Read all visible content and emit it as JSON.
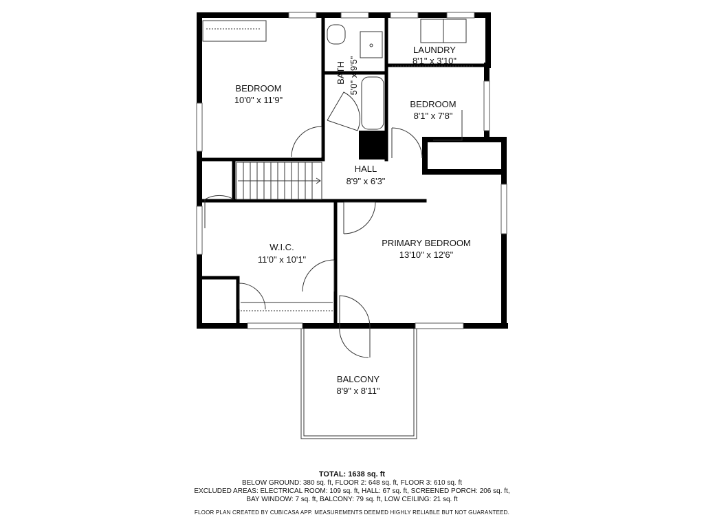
{
  "rooms": {
    "bedroom_1": {
      "name": "BEDROOM",
      "dims": "10'0\" x 11'9\""
    },
    "bath": {
      "name": "BATH",
      "dims": "5'0\" x 9'5\""
    },
    "laundry": {
      "name": "LAUNDRY",
      "dims": "8'1\" x 3'10\""
    },
    "bedroom_2": {
      "name": "BEDROOM",
      "dims": "8'1\" x 7'8\""
    },
    "hall": {
      "name": "HALL",
      "dims": "8'9\" x 6'3\""
    },
    "wic": {
      "name": "W.I.C.",
      "dims": "11'0\" x 10'1\""
    },
    "primary_bedroom": {
      "name": "PRIMARY BEDROOM",
      "dims": "13'10\" x 12'6\""
    },
    "balcony": {
      "name": "BALCONY",
      "dims": "8'9\" x 8'11\""
    }
  },
  "footer": {
    "total": "TOTAL: 1638 sq. ft",
    "line1": "BELOW GROUND: 380 sq. ft, FLOOR 2: 648 sq. ft, FLOOR 3: 610 sq. ft",
    "line2": "EXCLUDED AREAS: ELECTRICAL ROOM: 109 sq. ft, HALL: 67 sq. ft, SCREENED PORCH: 206 sq. ft,",
    "line3": "BAY WINDOW: 7 sq. ft, BALCONY: 79 sq. ft, LOW CEILING: 21 sq. ft",
    "disclaimer": "FLOOR PLAN CREATED BY CUBICASA APP. MEASUREMENTS DEEMED HIGHLY RELIABLE BUT NOT GUARANTEED."
  }
}
